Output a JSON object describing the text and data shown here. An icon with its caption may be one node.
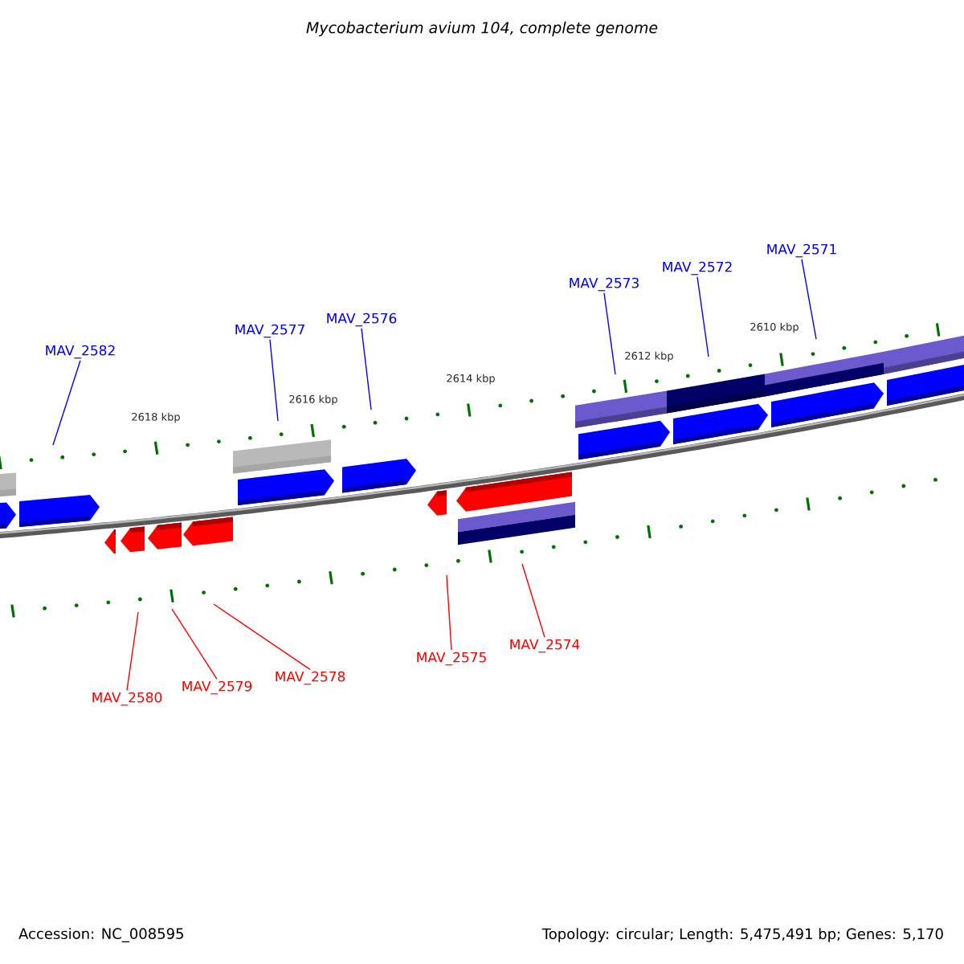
{
  "diagram": {
    "title": "Mycobacterium avium 104, complete genome",
    "nodes": [
      {
        "text": [
          "MAV_2582"
        ]
      },
      {
        "text": [
          "MAV_2577"
        ]
      },
      {
        "text": [
          "MAV_2576"
        ]
      },
      {
        "text": [
          "MAV_2573"
        ]
      },
      {
        "text": [
          "MAV_2572"
        ]
      },
      {
        "text": [
          "MAV_2571"
        ]
      },
      {
        "text": [
          "MAV_2580"
        ]
      },
      {
        "text": [
          "MAV_2579"
        ]
      },
      {
        "text": [
          "MAV_2578"
        ]
      },
      {
        "text": [
          "MAV_2575"
        ]
      },
      {
        "text": [
          "MAV_2574"
        ]
      }
    ],
    "edges": [
      {
        "from": 0,
        "to": null,
        "arrow": "none"
      },
      {
        "from": 1,
        "to": null,
        "arrow": "none"
      },
      {
        "from": 2,
        "to": null,
        "arrow": "none"
      },
      {
        "from": 3,
        "to": null,
        "arrow": "none"
      },
      {
        "from": 4,
        "to": null,
        "arrow": "none"
      },
      {
        "from": 5,
        "to": null,
        "arrow": "none"
      },
      {
        "from": 6,
        "to": null,
        "arrow": "none",
        "color": "#ff0000"
      },
      {
        "from": 7,
        "to": null,
        "arrow": "none",
        "color": "#ff0000"
      },
      {
        "from": 8,
        "to": null,
        "arrow": "none",
        "color": "#ff0000"
      },
      {
        "from": 9,
        "to": null,
        "arrow": "none",
        "color": "#ff0000"
      },
      {
        "from": 10,
        "to": null,
        "arrow": "none",
        "color": "#ff0000"
      }
    ],
    "labels": [
      "2610 kbp",
      "2612 kbp",
      "2614 kbp",
      "2616 kbp",
      "2618 kbp",
      "Accession: NC_008595",
      "Topology: circular; Length: 5,475,491 bp; Genes: 5,170"
    ]
  }
}
